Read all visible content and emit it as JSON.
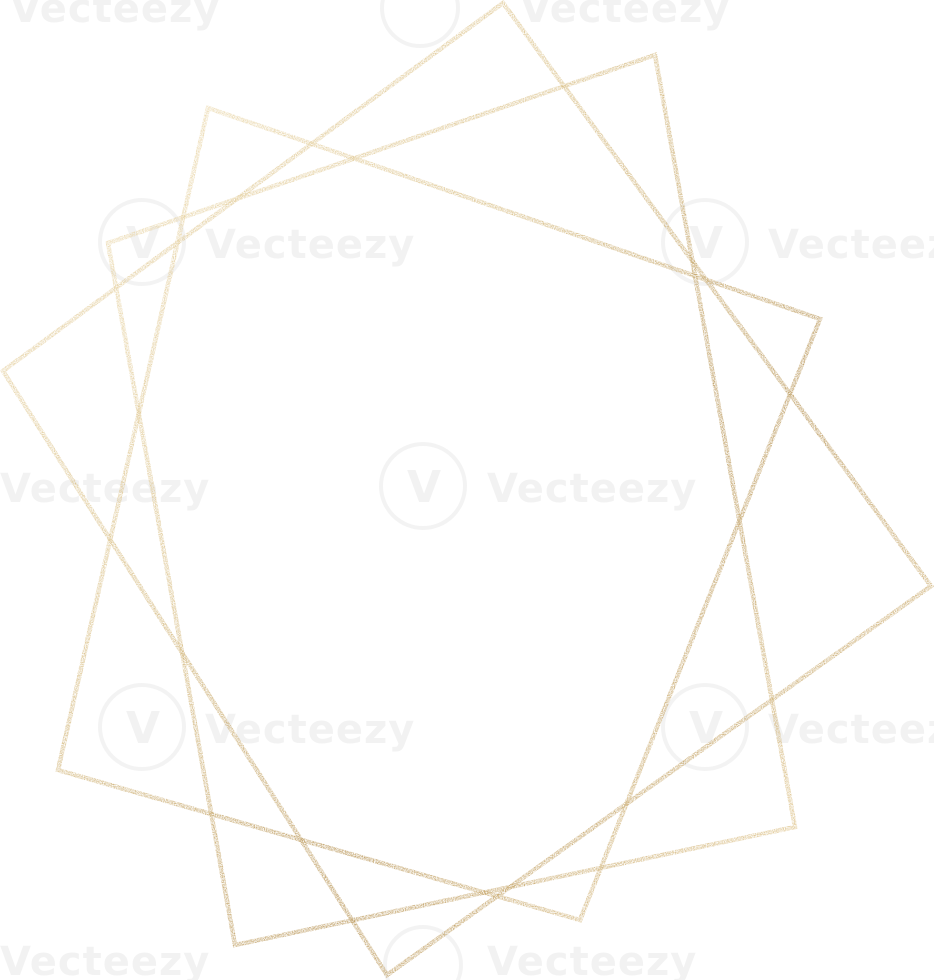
{
  "watermark": {
    "brand_text": "Vecteezy",
    "badge_glyph": "V"
  },
  "frame": {
    "style": "gold glitter geometric frame",
    "color_main": "#d9bf86",
    "color_dark": "#b99658",
    "color_light": "#f0dfb5",
    "shapes": [
      "square-a",
      "square-b",
      "square-c"
    ]
  }
}
